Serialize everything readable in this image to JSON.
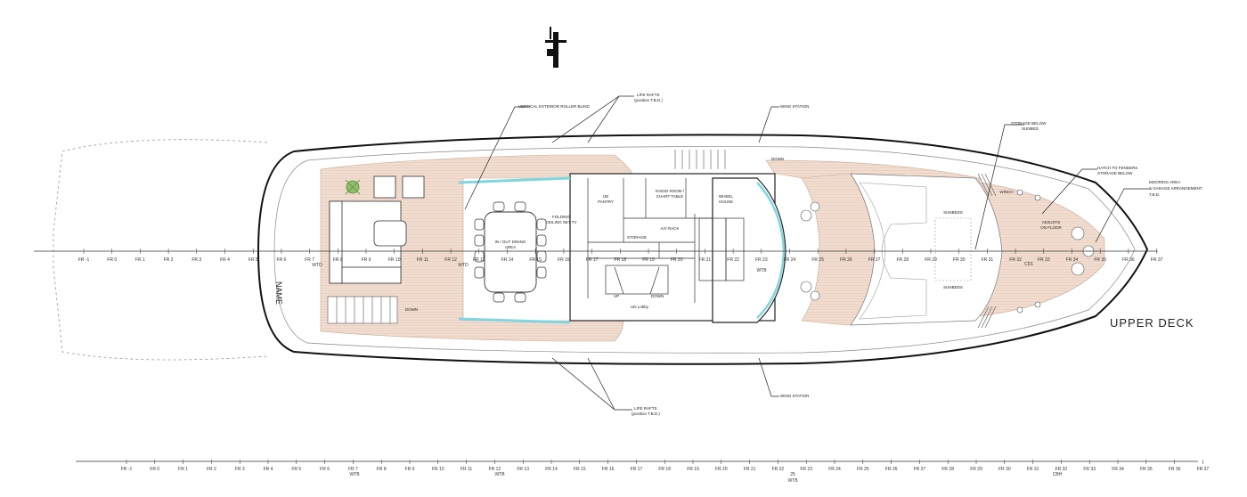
{
  "title": "UPPER DECK",
  "name_label": "NAME",
  "frames_centerline": [
    "FR -1",
    "FR 0",
    "FR 1",
    "FR 2",
    "FR 3",
    "FR 4",
    "FR 5",
    "FR 6",
    "FR 7",
    "FR 8",
    "FR 9",
    "FR 10",
    "FR 11",
    "FR 12",
    "FR 13",
    "FR 14",
    "FR 15",
    "FR 16",
    "FR 17",
    "FR 18",
    "FR 19",
    "FR 20",
    "FR 21",
    "FR 22",
    "FR 23",
    "FR 24",
    "FR 25",
    "FR 26",
    "FR 27",
    "FR 28",
    "FR 29",
    "FR 30",
    "FR 31",
    "FR 32",
    "FR 33",
    "FR 34",
    "FR 35",
    "FR 36",
    "FR 37"
  ],
  "centerline_sublabels": {
    "fr7": "WTD",
    "fr12": "WTD",
    "fr23": "WTB",
    "fr33": "CD1"
  },
  "frames_bottom": [
    "FR -1",
    "FR 0",
    "FR 1",
    "FR 2",
    "FR 3",
    "FR 4",
    "FR 5",
    "FR 6",
    "FR 7",
    "FR 8",
    "FR 9",
    "FR 10",
    "FR 11",
    "FR 12",
    "FR 13",
    "FR 14",
    "FR 15",
    "FR 16",
    "FR 17",
    "FR 18",
    "FR 19",
    "FR 20",
    "FR 21",
    "FR 22",
    "FR 23",
    "FR 24",
    "FR 25",
    "FR 26",
    "FR 27",
    "FR 28",
    "FR 29",
    "FR 30",
    "FR 31",
    "FR 32",
    "FR 33",
    "FR 34",
    "FR 35",
    "FR 36",
    "FR 37"
  ],
  "bottom_sublabels": {
    "fr7": "WTB",
    "fr12": "WTB",
    "fr23": "25",
    "fr23b": "WTB",
    "fr33": "CBH"
  },
  "callouts": {
    "life_rafts_top": "LIFE RAFTS",
    "life_rafts_top_sub": "(position T.B.D.)",
    "roller_blind": "VERTICAL EXTERIOR ROLLER BLIND",
    "wing_station_top": "WING STATION",
    "storage_below": "STORAGE BELOW",
    "storage_below_sub": "SUNBED",
    "hatch": "HATCH TO FENDERS",
    "hatch_sub": "STORAGE BELOW",
    "mooring": "MOORING AREA",
    "mooring_sub": "& GARAGE ARRANGEMENT",
    "mooring_sub2": "T.B.D.",
    "life_rafts_bottom": "LIFE RAFTS",
    "life_rafts_bottom_sub": "(position T.B.D.)",
    "wing_station_bottom": "WING STATION"
  },
  "rooms": {
    "dining": "IN / OUT DINING",
    "dining_sub": "AREA",
    "pantry": "UD",
    "pantry_sub": "PANTRY",
    "radio": "RADIO ROOM /",
    "radio_sub": "CHART TABLE",
    "wheelhouse": "WHEEL",
    "wheelhouse_sub": "HOUSE",
    "av_rack": "A/V RACK",
    "lobby": "UD Lobby",
    "folding": "FOLDING",
    "folding_sub": "CEILING SET TV",
    "storage": "STORAGE",
    "sunbeds_top": "SUNBEDS",
    "sunbeds_bottom": "SUNBEDS",
    "down_top": "DOWN",
    "down_bottom": "DOWN",
    "up": "UP",
    "down_stairs": "DOWN",
    "winch": "WINCH",
    "adjusts": "ADJUSTS",
    "adjusts_sub": "ON FLOOR"
  },
  "colors": {
    "deck": "#f2ddd0",
    "glass": "#7fd6e0",
    "hull": "#111111"
  }
}
